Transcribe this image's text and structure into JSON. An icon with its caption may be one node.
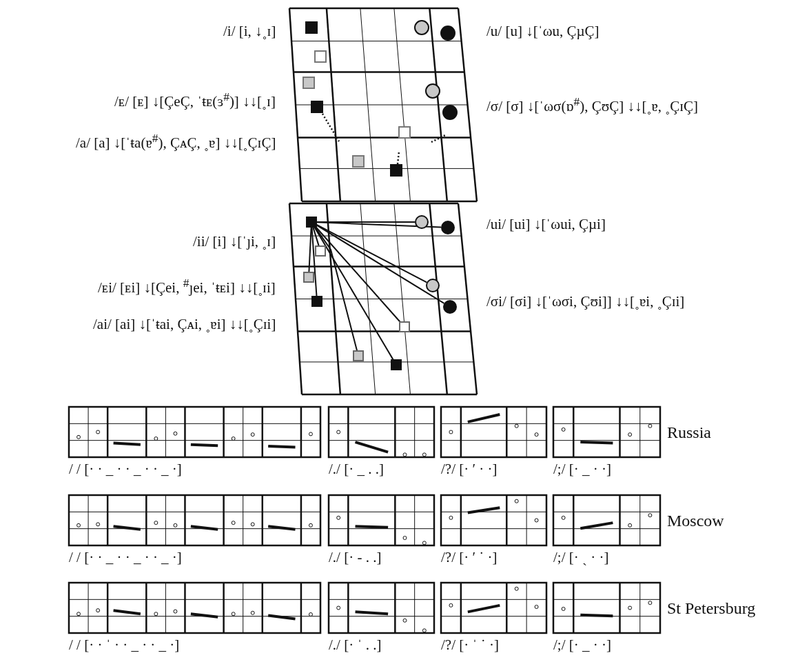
{
  "diagram": {
    "nodes": [
      {
        "text": [],
        "shape": "box"
      },
      {
        "text": [],
        "shape": "circle"
      },
      {
        "text": [],
        "shape": "circle"
      },
      {
        "text": [],
        "shape": "box"
      },
      {
        "text": [],
        "shape": "box"
      },
      {
        "text": [],
        "shape": "circle"
      },
      {
        "text": [],
        "shape": "box"
      },
      {
        "text": [],
        "shape": "circle"
      },
      {
        "text": [],
        "shape": "box"
      },
      {
        "text": [],
        "shape": "box"
      },
      {
        "text": [],
        "shape": "box"
      }
    ],
    "edges": [
      {
        "from": 0,
        "to": 1,
        "arrow": "none"
      },
      {
        "from": 0,
        "to": 2,
        "arrow": "none"
      },
      {
        "from": 0,
        "to": 3,
        "arrow": "none"
      },
      {
        "from": 0,
        "to": 4,
        "arrow": "none"
      },
      {
        "from": 0,
        "to": 5,
        "arrow": "none"
      },
      {
        "from": 0,
        "to": 6,
        "arrow": "none"
      },
      {
        "from": 0,
        "to": 7,
        "arrow": "none"
      },
      {
        "from": 0,
        "to": 8,
        "arrow": "none"
      },
      {
        "from": 0,
        "to": 9,
        "arrow": "none"
      },
      {
        "from": 0,
        "to": 10,
        "arrow": "none"
      }
    ],
    "labels": [
      "/i/  [i, ↓˳ɪ]",
      "/u/  [u] ↓[ˈωu, ÇµÇ]",
      "/ᴇ/  [ᴇ] ↓[ÇeÇ, ˈŧᴇ(ɜ$^{#}$)] ↓↓[˳ɪ]",
      "/σ/  [σ] ↓[ˈωσ(ɒ$^{#}$), ÇʊÇ] ↓↓[˳ɐ, ˳ÇɪÇ]",
      "/a/  [a] ↓[ˈŧa(ɐ$^{#}$), ÇᴀÇ, ˳ɐ] ↓↓[˳ÇɪÇ]",
      "/ii/  [i] ↓[ˈȷi, ˳ɪ]",
      "/ui/  [ui] ↓[ˈωui, Çµi]",
      "/ᴇi/  [ᴇi] ↓[Çei, $^{#}$ȷei, ˈŧᴇi] ↓↓[˳ɪi]",
      "/σi/  [σi] ↓[ˈωσi, Çʊi]] ↓↓[˳ɐi, ˳Çɪi]",
      "/ai/  [ai] ↓[ˈŧai, Çᴀi, ˳ɐi] ↓↓[˳Çɪi]",
      "Russia",
      "/ /  [· · _ · · _ · · _ ·]",
      "/./  [· _ . .]",
      "/?/  [· ′ · ·]",
      "/;/  [· _ · ·]",
      "Moscow",
      "/ /  [· · _ · · _ · · _ ·]",
      "/./  [· - . .]",
      "/?/  [· ′ ˙ ·]",
      "/;/  [· ˏ · ·]",
      "St Petersburg",
      "/ /  [· · ˈ · · _ · · _ ·]",
      "/./  [· ˈ . .]",
      "/?/  [· ˈ ˙ ·]",
      "/;/  [· _ · ·]"
    ]
  }
}
